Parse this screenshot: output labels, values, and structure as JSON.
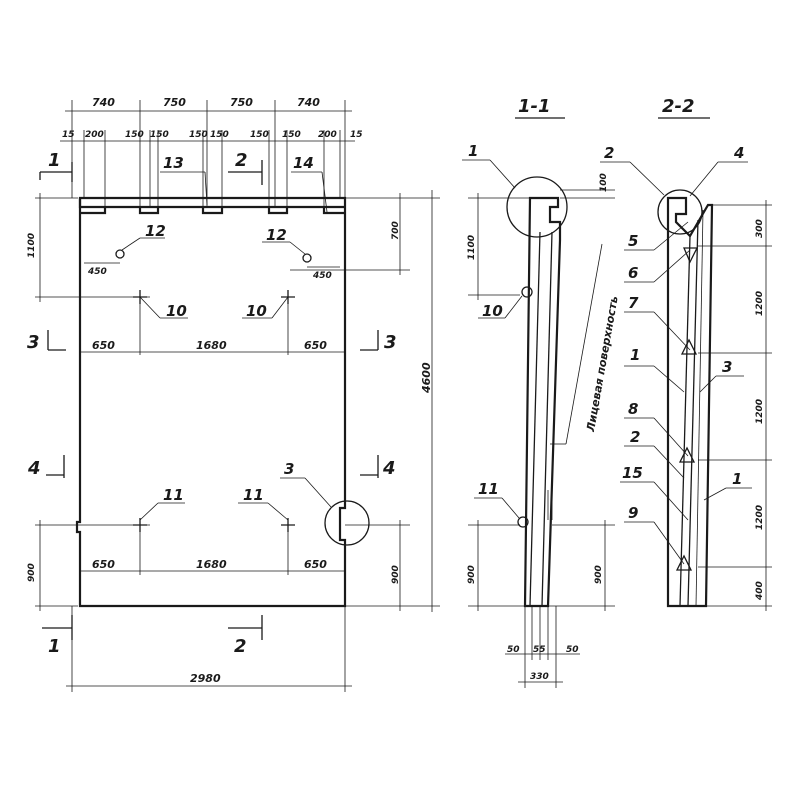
{
  "sections": {
    "s11_title": "1-1",
    "s22_title": "2-2",
    "cut1": "1",
    "cut2": "2",
    "cut3": "3",
    "cut4": "4"
  },
  "dims_top_row1": [
    "740",
    "750",
    "750",
    "740"
  ],
  "dims_top_row2": [
    "15",
    "200",
    "150",
    "150",
    "150",
    "150",
    "150",
    "150",
    "200",
    "15"
  ],
  "dims_left": {
    "top": "1100",
    "bottom": "900"
  },
  "dims_right": {
    "upper": "700",
    "overall": "4600",
    "lower": "900"
  },
  "dims_openings_upper": {
    "left": "650",
    "mid": "1680",
    "right": "650"
  },
  "dims_openings_lower": {
    "left": "650",
    "mid": "1680",
    "right": "650"
  },
  "dims_holes": {
    "left": "450",
    "right": "450"
  },
  "dim_bottom_width": "2980",
  "callouts_front": {
    "c13": "13",
    "c14": "14",
    "c12a": "12",
    "c12b": "12",
    "c10a": "10",
    "c10b": "10",
    "c11a": "11",
    "c11b": "11",
    "c3": "3"
  },
  "section11": {
    "callout1": "1",
    "callout10": "10",
    "callout11": "11",
    "dim_top_small": "100",
    "dim_left_top": "1100",
    "dim_left_bottom": "900",
    "dim_right_bottom": "900",
    "bottom_dims": [
      "50",
      "55",
      "50"
    ],
    "bottom_total": "330",
    "face_label": "Лицевая поверхность"
  },
  "section22": {
    "callouts": [
      "2",
      "4",
      "5",
      "6",
      "7",
      "1",
      "3",
      "8",
      "2",
      "15",
      "1",
      "9"
    ],
    "dims_right": [
      "300",
      "1200",
      "1200",
      "1200",
      "400"
    ]
  }
}
